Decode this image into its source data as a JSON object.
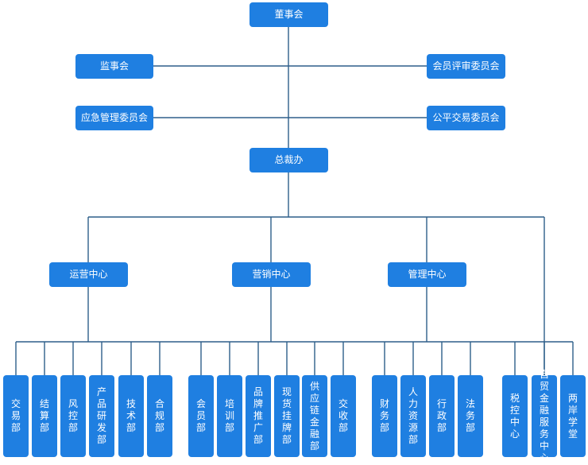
{
  "colors": {
    "box": "#1f7fe1",
    "line": "#2e5f8a",
    "text": "#ffffff"
  },
  "nodes": {
    "board": "董事会",
    "supervisory": "监事会",
    "member_review": "会员评审委员会",
    "emergency": "应急管理委员会",
    "fair_trade": "公平交易委员会",
    "ceo_office": "总裁办",
    "operations": "运营中心",
    "marketing": "营销中心",
    "management": "管理中心"
  },
  "departments": [
    "交易部",
    "结算部",
    "风控部",
    "产品研发部",
    "技术部",
    "合规部",
    "会员部",
    "培训部",
    "品牌推广部",
    "现货挂牌部",
    "供应链金融部",
    "交收部",
    "财务部",
    "人力资源部",
    "行政部",
    "法务部",
    "税控中心",
    "自贸金融服务中心",
    "两岸学堂"
  ]
}
